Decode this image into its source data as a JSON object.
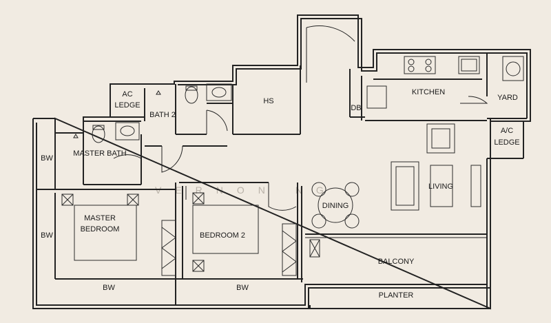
{
  "rooms": {
    "ac_ledge_1": [
      "AC",
      "LEDGE"
    ],
    "bath2": "BATH 2",
    "hs": "HS",
    "db": "DB",
    "kitchen": "KITCHEN",
    "yard": "YARD",
    "ac_ledge_2": [
      "A/C",
      "LEDGE"
    ],
    "master_bath": "MASTER BATH",
    "bw_left_upper": "BW",
    "bw_left_lower": "BW",
    "master_bedroom": [
      "MASTER",
      "BEDROOM"
    ],
    "bedroom2": "BEDROOM 2",
    "dining": "DINING",
    "living": "LIVING",
    "balcony": "BALCONY",
    "planter": "PLANTER",
    "bw_bottom_1": "BW",
    "bw_bottom_2": "BW"
  },
  "watermark": "VERNON   NG"
}
